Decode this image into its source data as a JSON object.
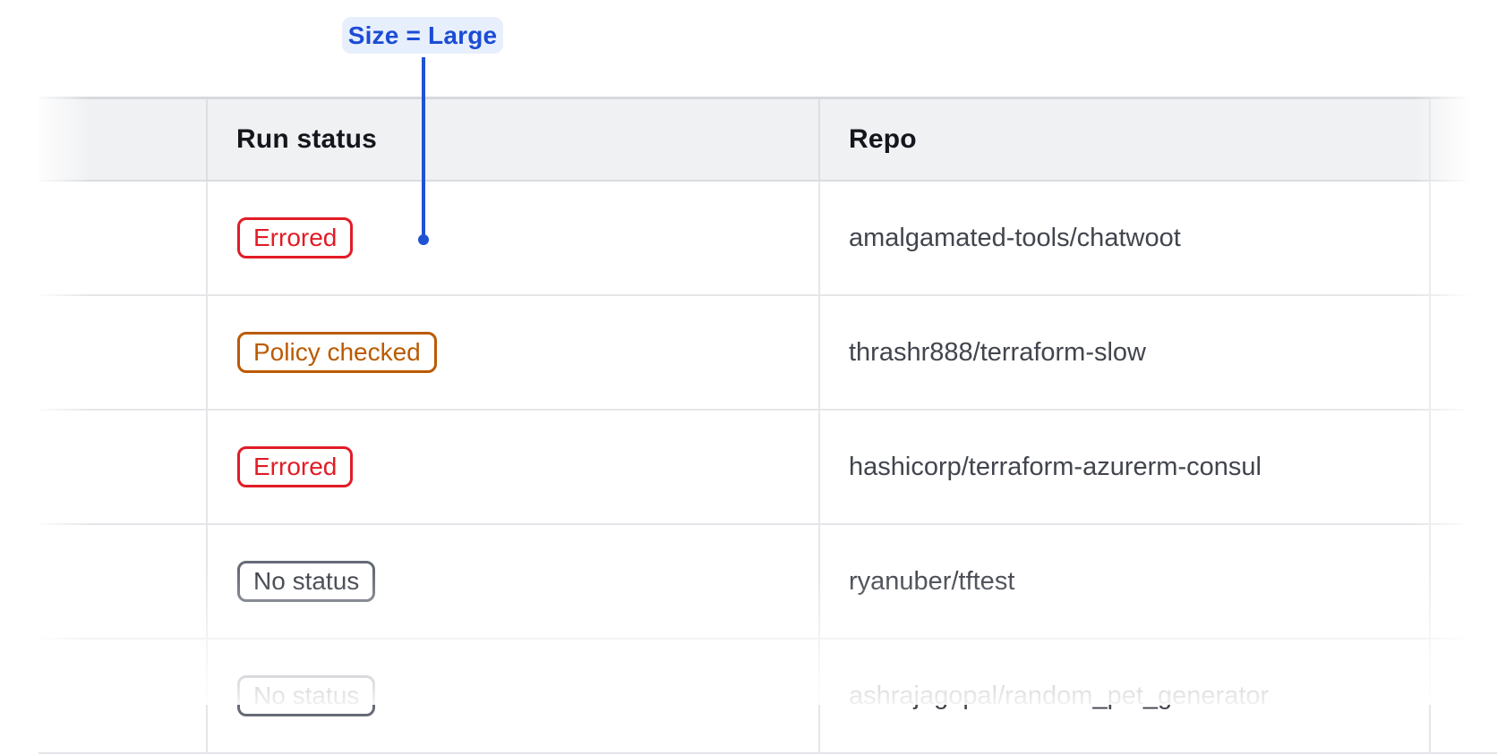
{
  "annotation": {
    "label": "Size = Large",
    "text_color": "#1b4cd6",
    "background_color": "#e8effc",
    "line_color": "#2152d3"
  },
  "table": {
    "columns": [
      {
        "label": ""
      },
      {
        "label": "Run status"
      },
      {
        "label": "Repo"
      },
      {
        "label": ""
      }
    ],
    "rows": [
      {
        "status": "Errored",
        "variant": "critical",
        "repo": "amalgamated-tools/chatwoot",
        "faded": false
      },
      {
        "status": "Policy checked",
        "variant": "warning",
        "repo": "thrashr888/terraform-slow",
        "faded": false
      },
      {
        "status": "Errored",
        "variant": "critical",
        "repo": "hashicorp/terraform-azurerm-consul",
        "faded": false
      },
      {
        "status": "No status",
        "variant": "neutral",
        "repo": "ryanuber/tftest",
        "faded": false
      },
      {
        "status": "No status",
        "variant": "neutral",
        "repo": "ashrajagopal/random_pet_generator",
        "faded": true
      }
    ]
  },
  "colors": {
    "header_background": "#f0f1f3",
    "row_border": "#e4e6e9",
    "header_text": "#14161c",
    "body_text": "#42454d",
    "status_critical": "#e11c26",
    "status_warning": "#bb5a00",
    "status_neutral_border": "#656a76",
    "status_neutral_text": "#3b3f47"
  }
}
